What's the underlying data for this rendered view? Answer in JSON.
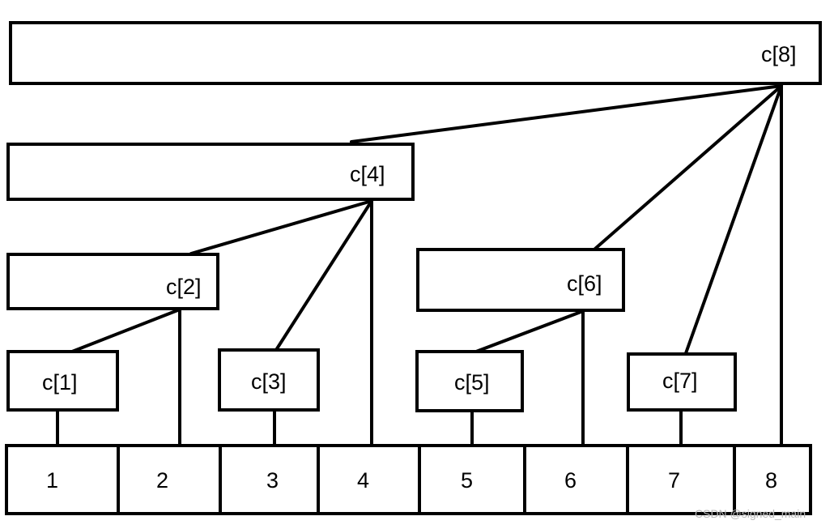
{
  "nodes": {
    "c8": "c[8]",
    "c4": "c[4]",
    "c2": "c[2]",
    "c6": "c[6]",
    "c1": "c[1]",
    "c3": "c[3]",
    "c5": "c[5]",
    "c7": "c[7]"
  },
  "array": [
    "1",
    "2",
    "3",
    "4",
    "5",
    "6",
    "7",
    "8"
  ],
  "watermark": "CSDN @signed_main"
}
